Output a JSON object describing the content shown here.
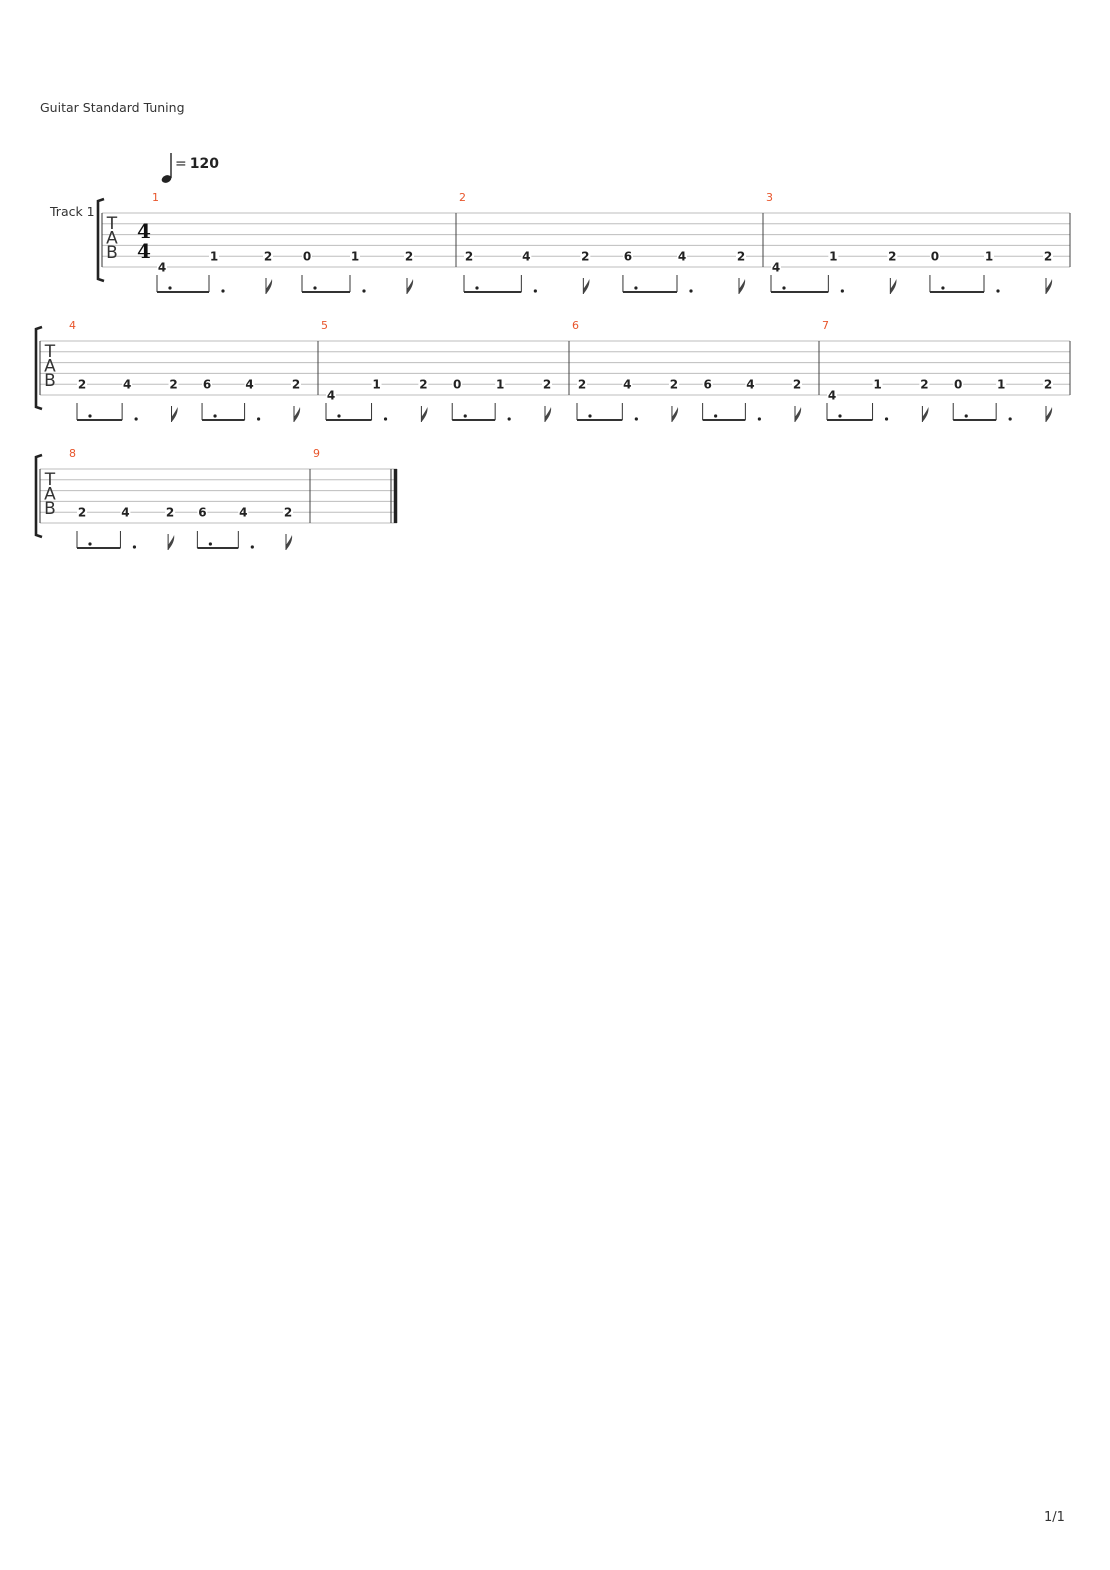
{
  "header": {
    "tuning": "Guitar Standard Tuning"
  },
  "tempo": {
    "symbol": "♩",
    "label": "=",
    "value": "120"
  },
  "track": {
    "name": "Track 1"
  },
  "clef": [
    "T",
    "A",
    "B"
  ],
  "time_signature": {
    "top": "4",
    "bottom": "4"
  },
  "footer": {
    "page": "1/1"
  },
  "colors": {
    "measure_number": "#e8552b",
    "lines": "#bdbdbd",
    "notes": "#222222"
  },
  "patterns": {
    "A": [
      {
        "fret": "4",
        "string": 6
      },
      {
        "fret": "1",
        "string": 5
      },
      {
        "fret": "2",
        "string": 5
      },
      {
        "fret": "0",
        "string": 5
      },
      {
        "fret": "1",
        "string": 5
      },
      {
        "fret": "2",
        "string": 5
      }
    ],
    "B": [
      {
        "fret": "2",
        "string": 5
      },
      {
        "fret": "4",
        "string": 5
      },
      {
        "fret": "2",
        "string": 5
      },
      {
        "fret": "6",
        "string": 5
      },
      {
        "fret": "4",
        "string": 5
      },
      {
        "fret": "2",
        "string": 5
      }
    ]
  },
  "measures": [
    {
      "number": "1",
      "pattern": "A"
    },
    {
      "number": "2",
      "pattern": "B"
    },
    {
      "number": "3",
      "pattern": "A"
    },
    {
      "number": "4",
      "pattern": "B"
    },
    {
      "number": "5",
      "pattern": "A"
    },
    {
      "number": "6",
      "pattern": "B"
    },
    {
      "number": "7",
      "pattern": "A"
    },
    {
      "number": "8",
      "pattern": "B"
    },
    {
      "number": "9",
      "pattern": null
    }
  ]
}
